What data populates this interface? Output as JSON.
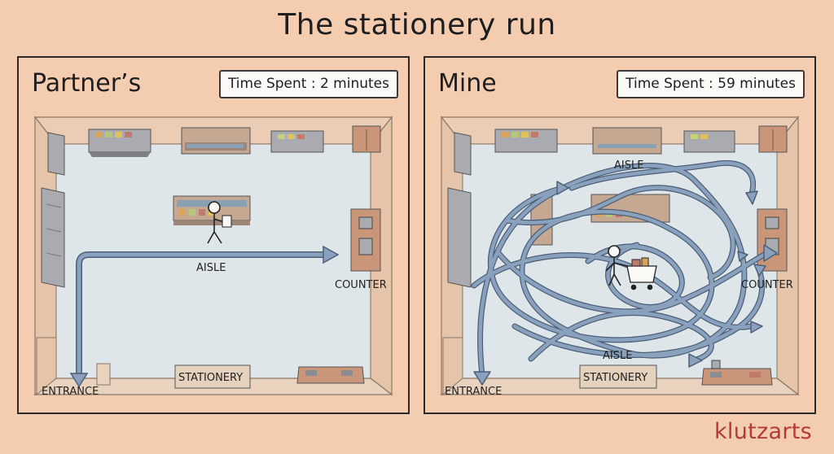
{
  "comic": {
    "title": "The stationery run",
    "brand": "klutzarts"
  },
  "panels": {
    "left": {
      "name": "Partner’s",
      "time_spent": "Time Spent : 2 minutes",
      "labels": {
        "aisle": "AISLE",
        "counter": "COUNTER",
        "entrance": "ENTRANCE",
        "stationery": "STATIONERY"
      }
    },
    "right": {
      "name": "Mine",
      "time_spent": "Time Spent : 59 minutes",
      "labels": {
        "aisle_top": "AISLE",
        "aisle_bottom": "AISLE",
        "counter": "COUNTER",
        "entrance": "ENTRANCE",
        "stationery": "STATIONERY"
      }
    }
  },
  "colors": {
    "background": "#f4cdb1",
    "floor": "#dfe6ea",
    "arrow": "#7f96b3",
    "arrow_outline": "#4d5f78",
    "brand": "#b53a36"
  }
}
